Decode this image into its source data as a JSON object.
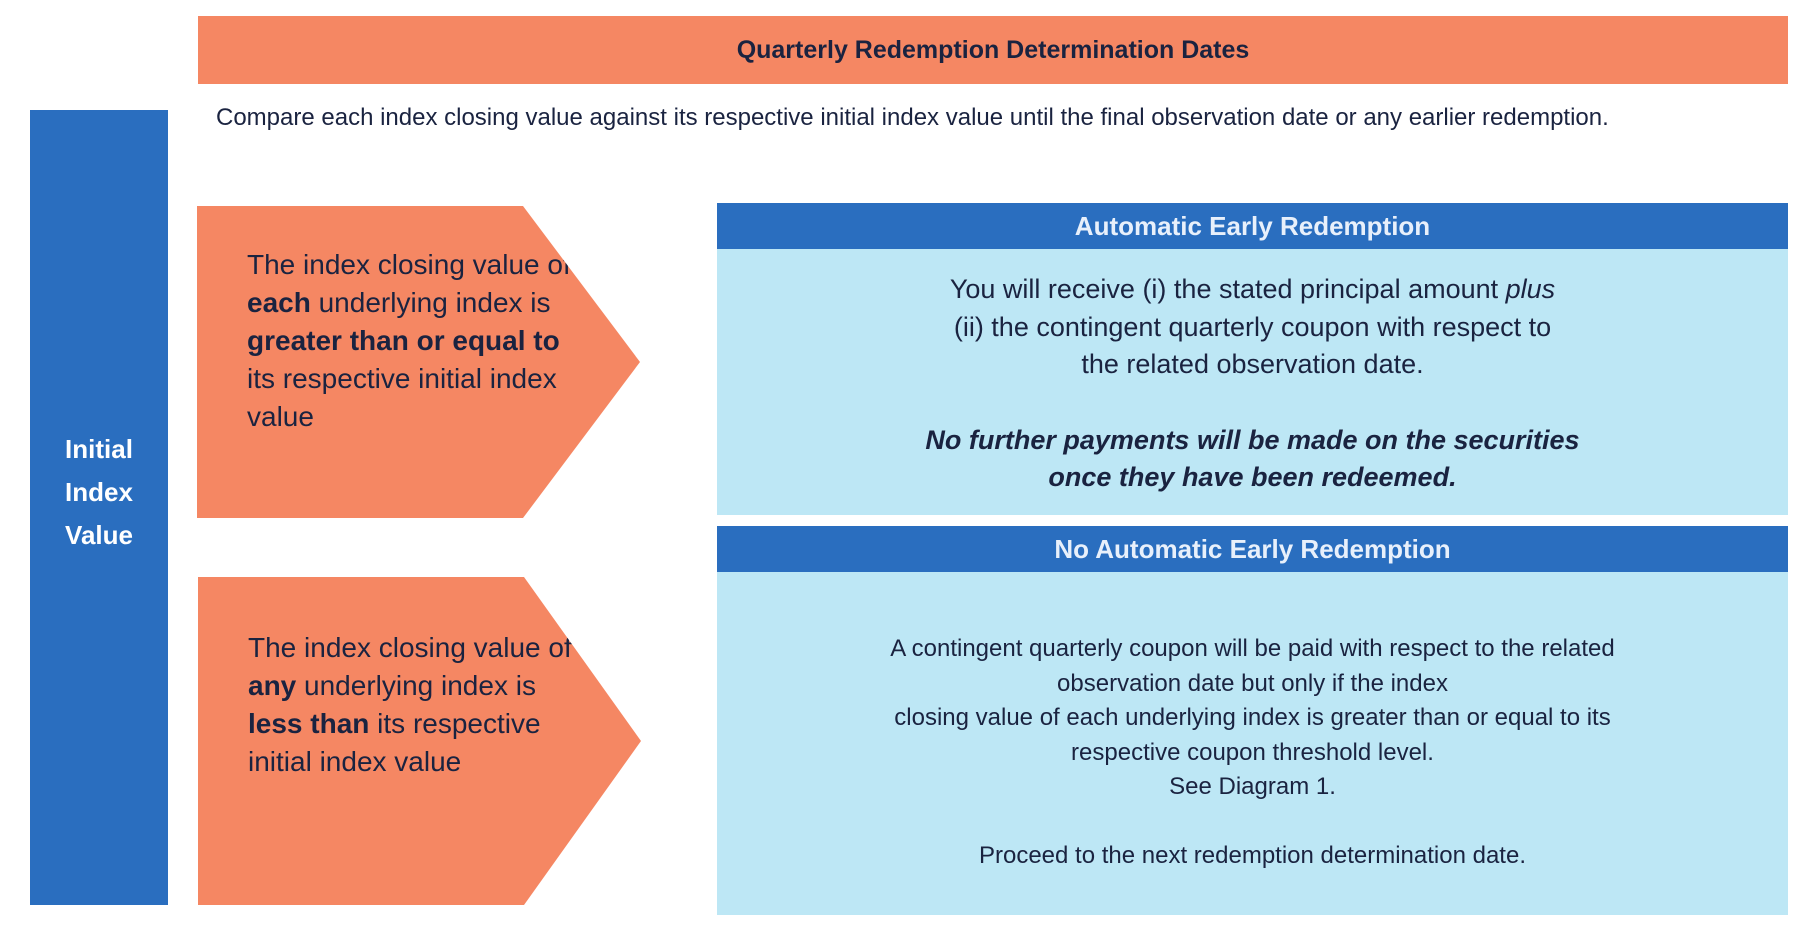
{
  "title": "Quarterly Redemption Determination Dates",
  "left_bar": {
    "label": "Initial\nIndex\nValue"
  },
  "intro": "Compare each index closing value against its respective initial index value until the final observation date or any earlier redemption.",
  "upper_condition": {
    "t1": "The index closing value of ",
    "b1": "each",
    "t2": " underlying index is ",
    "b2": "greater than or equal to",
    "t3": " its respective initial index value"
  },
  "lower_condition": {
    "t1": "The index closing value of ",
    "b1": "any",
    "t2": " underlying index is ",
    "b2": "less than",
    "t3": " its respective initial index value"
  },
  "early_redemption": {
    "header": "Automatic Early Redemption",
    "line1a": "You will receive (i) the stated principal amount ",
    "line1_emph": "plus",
    "line2": "(ii) the contingent quarterly coupon with respect to",
    "line3": "the related observation date.",
    "note1": "No further payments will be made on the securities",
    "note2": "once they have been redeemed."
  },
  "no_early_redemption": {
    "header": "No Automatic Early Redemption",
    "line1": "A contingent quarterly coupon will be paid with respect to the related",
    "line2": "observation date but only if the index",
    "line3": "closing value of each underlying index is greater than or equal to its",
    "line4": "respective coupon threshold level.",
    "line5": "See Diagram 1.",
    "line6": "Proceed to the next redemption determination date."
  },
  "colors": {
    "orange": "#f58763",
    "blue": "#2a6ebf",
    "light_blue": "#bde7f5",
    "text": "#1a2340"
  }
}
